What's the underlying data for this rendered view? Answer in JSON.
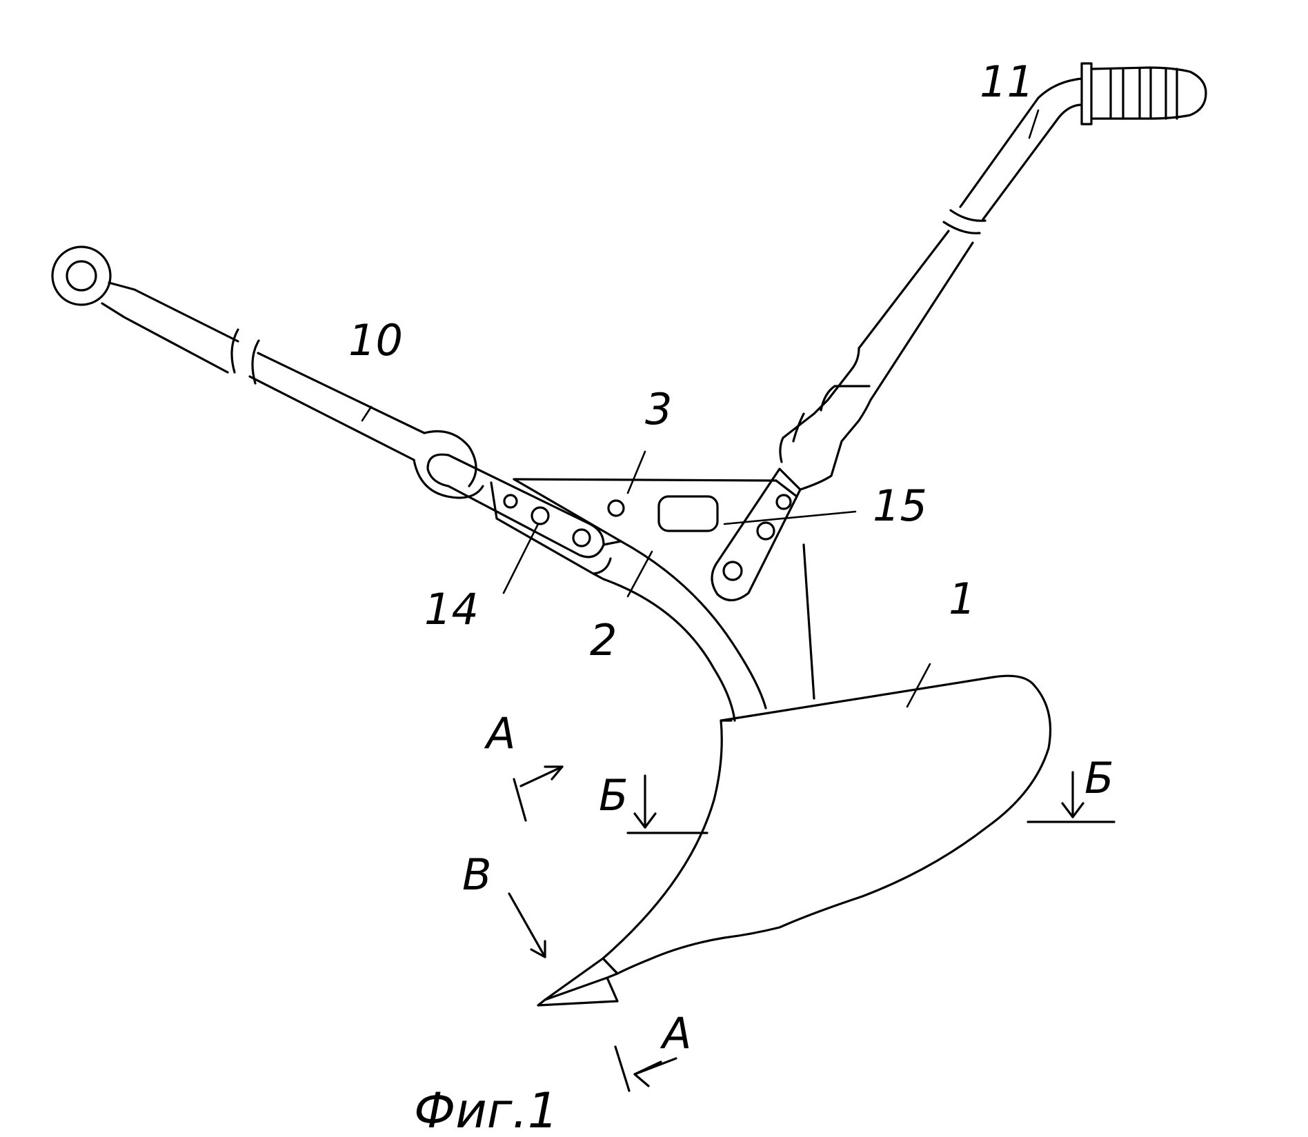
{
  "labels": {
    "part_1": "1",
    "part_2": "2",
    "part_3": "3",
    "part_10": "10",
    "part_11": "11",
    "part_14": "14",
    "part_15": "15",
    "section_a_top": "А",
    "section_a_bottom": "А",
    "section_b_left": "Б",
    "section_b_right": "Б",
    "view_v": "В"
  },
  "caption": "Фиг.1"
}
